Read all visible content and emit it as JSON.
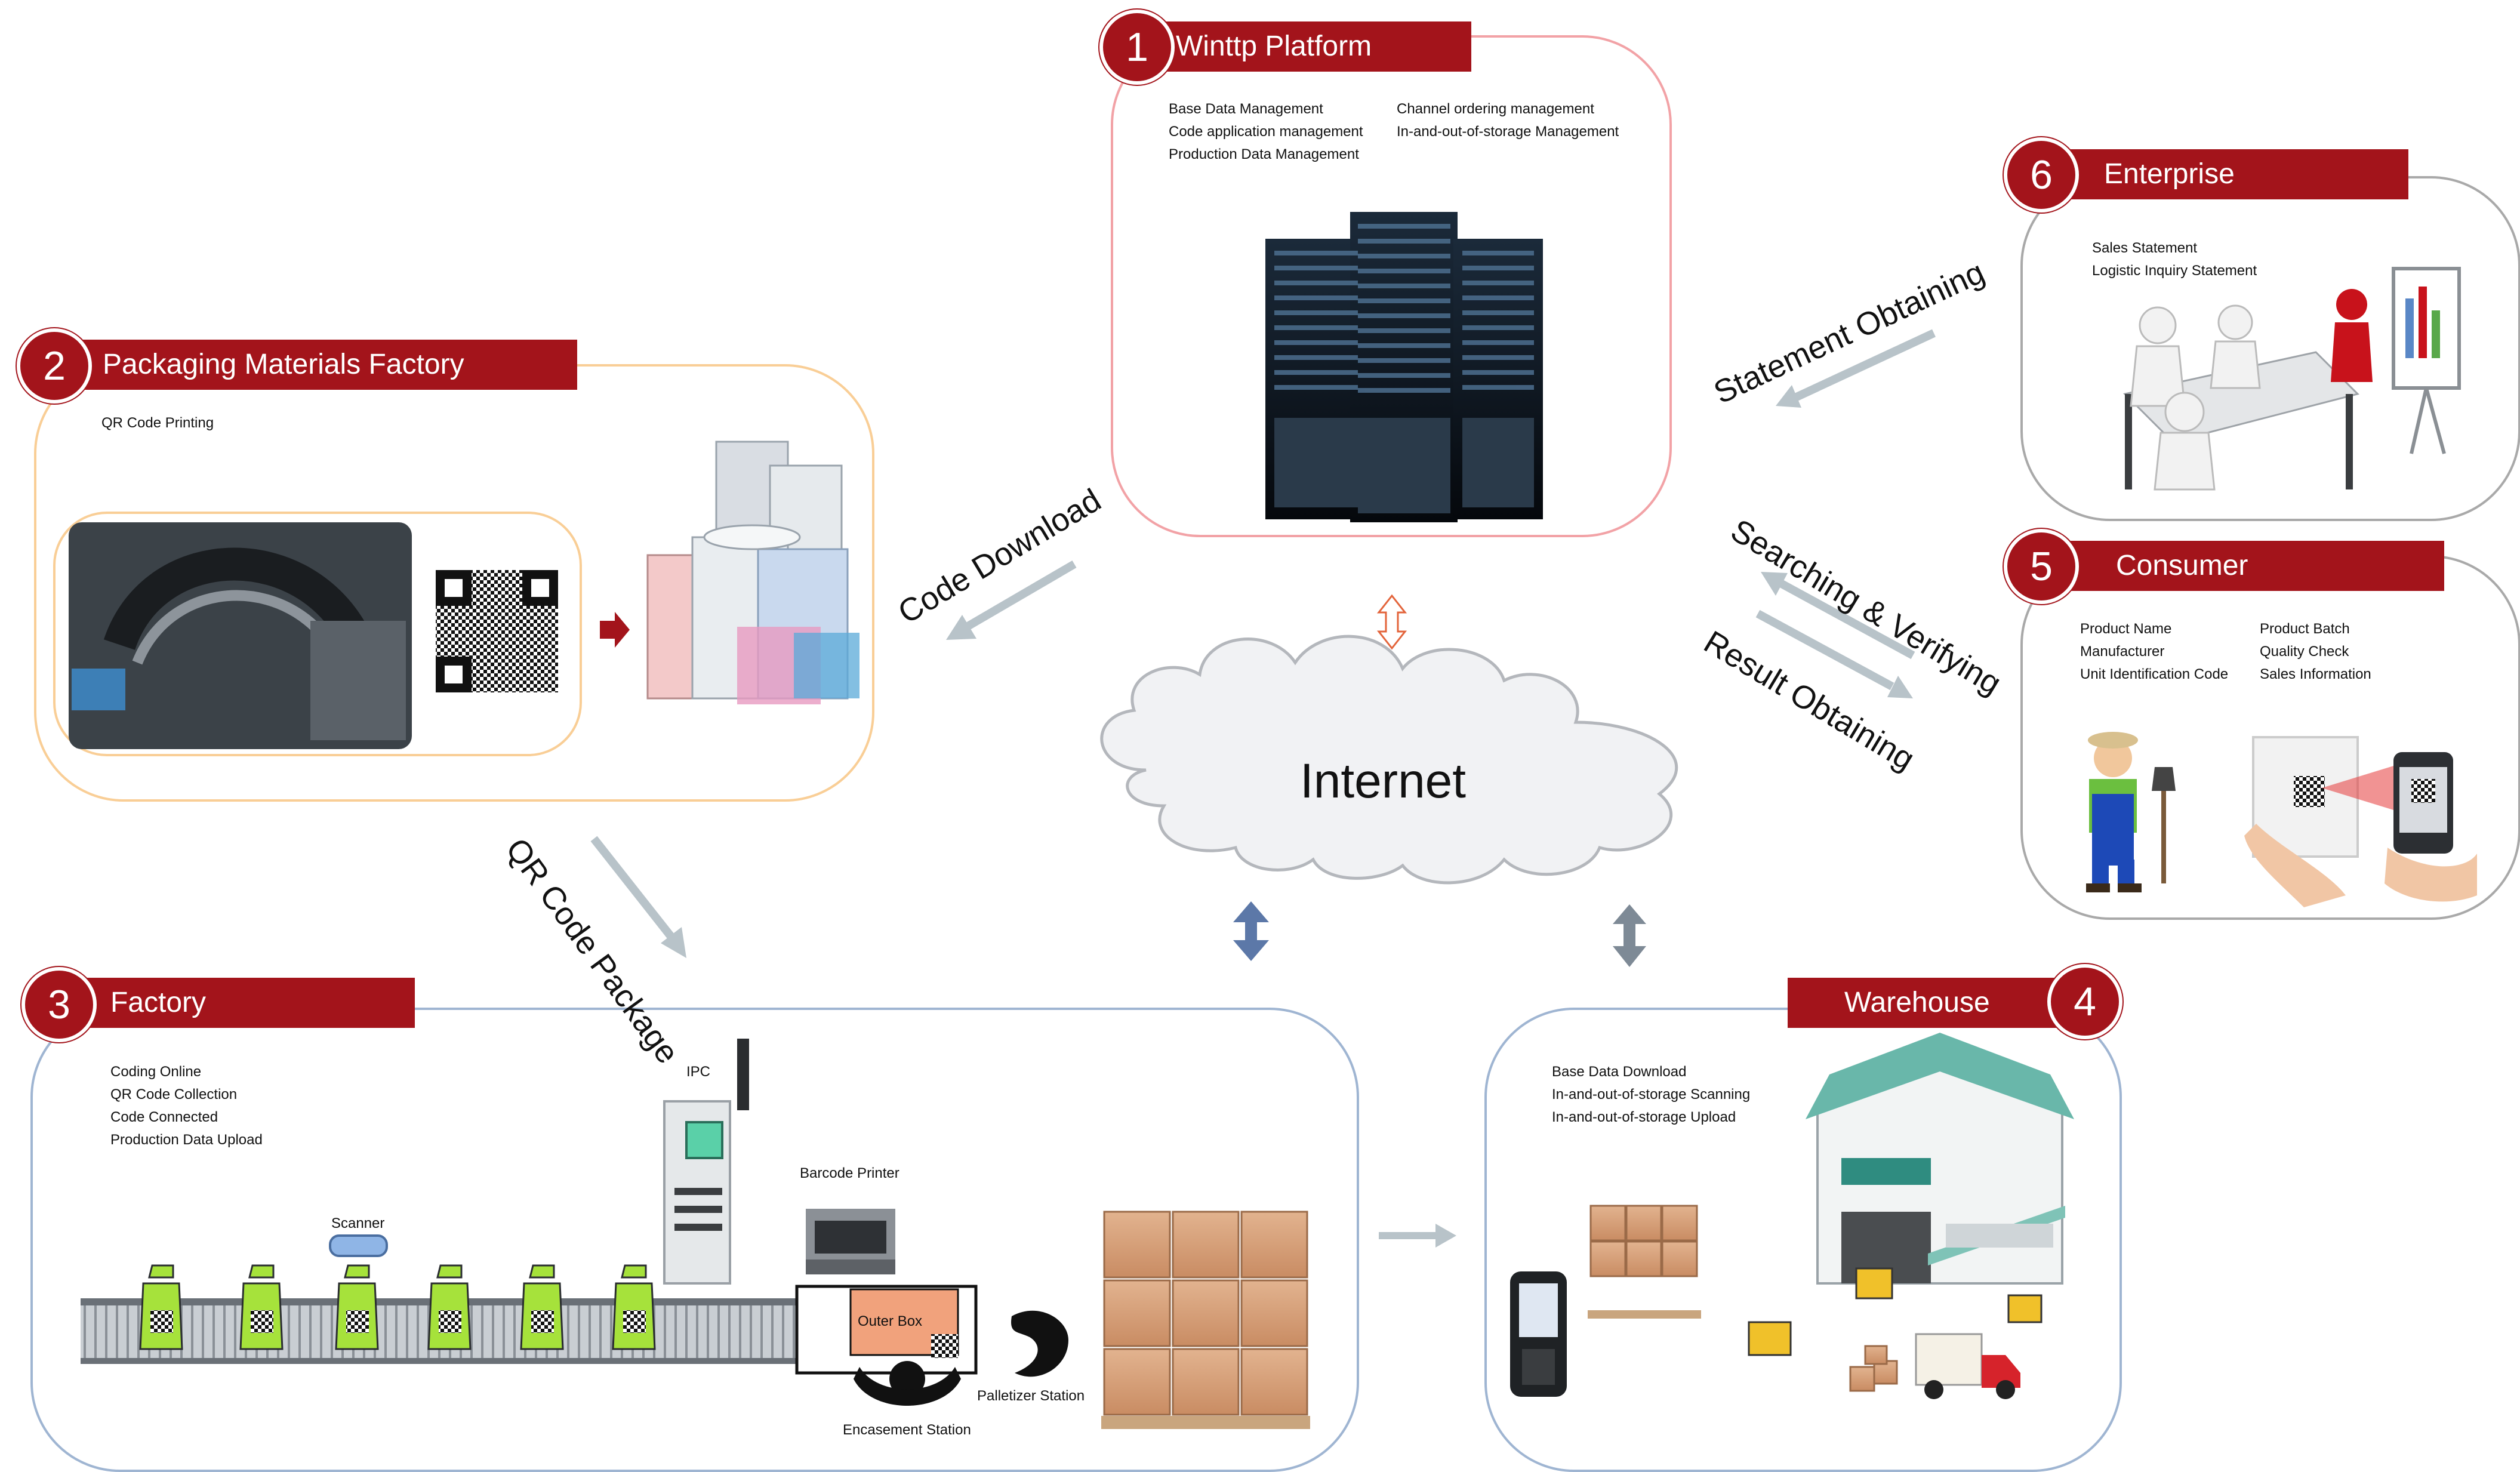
{
  "platform": {
    "number": "1",
    "title": "Winttp Platform",
    "features_left": [
      "Base Data Management",
      "Code application management",
      "Production Data Management"
    ],
    "features_right": [
      "Channel ordering management",
      "In-and-out-of-storage Management"
    ]
  },
  "packaging": {
    "number": "2",
    "title": "Packaging Materials Factory",
    "features": [
      "QR Code Printing"
    ]
  },
  "factory": {
    "number": "3",
    "title": "Factory",
    "features": [
      "Coding Online",
      "QR Code Collection",
      "Code Connected",
      "Production Data Upload"
    ],
    "labels": {
      "ipc": "IPC",
      "scanner": "Scanner",
      "barcode_printer": "Barcode Printer",
      "outer_box": "Outer Box",
      "encasement": "Encasement Station",
      "palletizer": "Palletizer Station"
    }
  },
  "warehouse": {
    "number": "4",
    "title": "Warehouse",
    "features": [
      "Base Data Download",
      "In-and-out-of-storage Scanning",
      "In-and-out-of-storage Upload"
    ]
  },
  "consumer": {
    "number": "5",
    "title": "Consumer",
    "features_left": [
      "Product Name",
      "Manufacturer",
      "Unit Identification Code"
    ],
    "features_right": [
      "Product Batch",
      "Quality Check",
      "Sales Information"
    ]
  },
  "enterprise": {
    "number": "6",
    "title": "Enterprise",
    "features": [
      "Sales Statement",
      "Logistic Inquiry Statement"
    ]
  },
  "internet": {
    "label": "Internet"
  },
  "flows": {
    "code_download": "Code Download",
    "qr_code_package": "QR Code Package",
    "statement_obtaining": "Statement Obtaining",
    "searching_verifying": "Searching & Verifying",
    "result_obtaining": "Result Obtaining"
  },
  "colors": {
    "accent": "#a3141b",
    "arrow": "#b8c3c9",
    "internet_arrow": "#5c78a8"
  }
}
